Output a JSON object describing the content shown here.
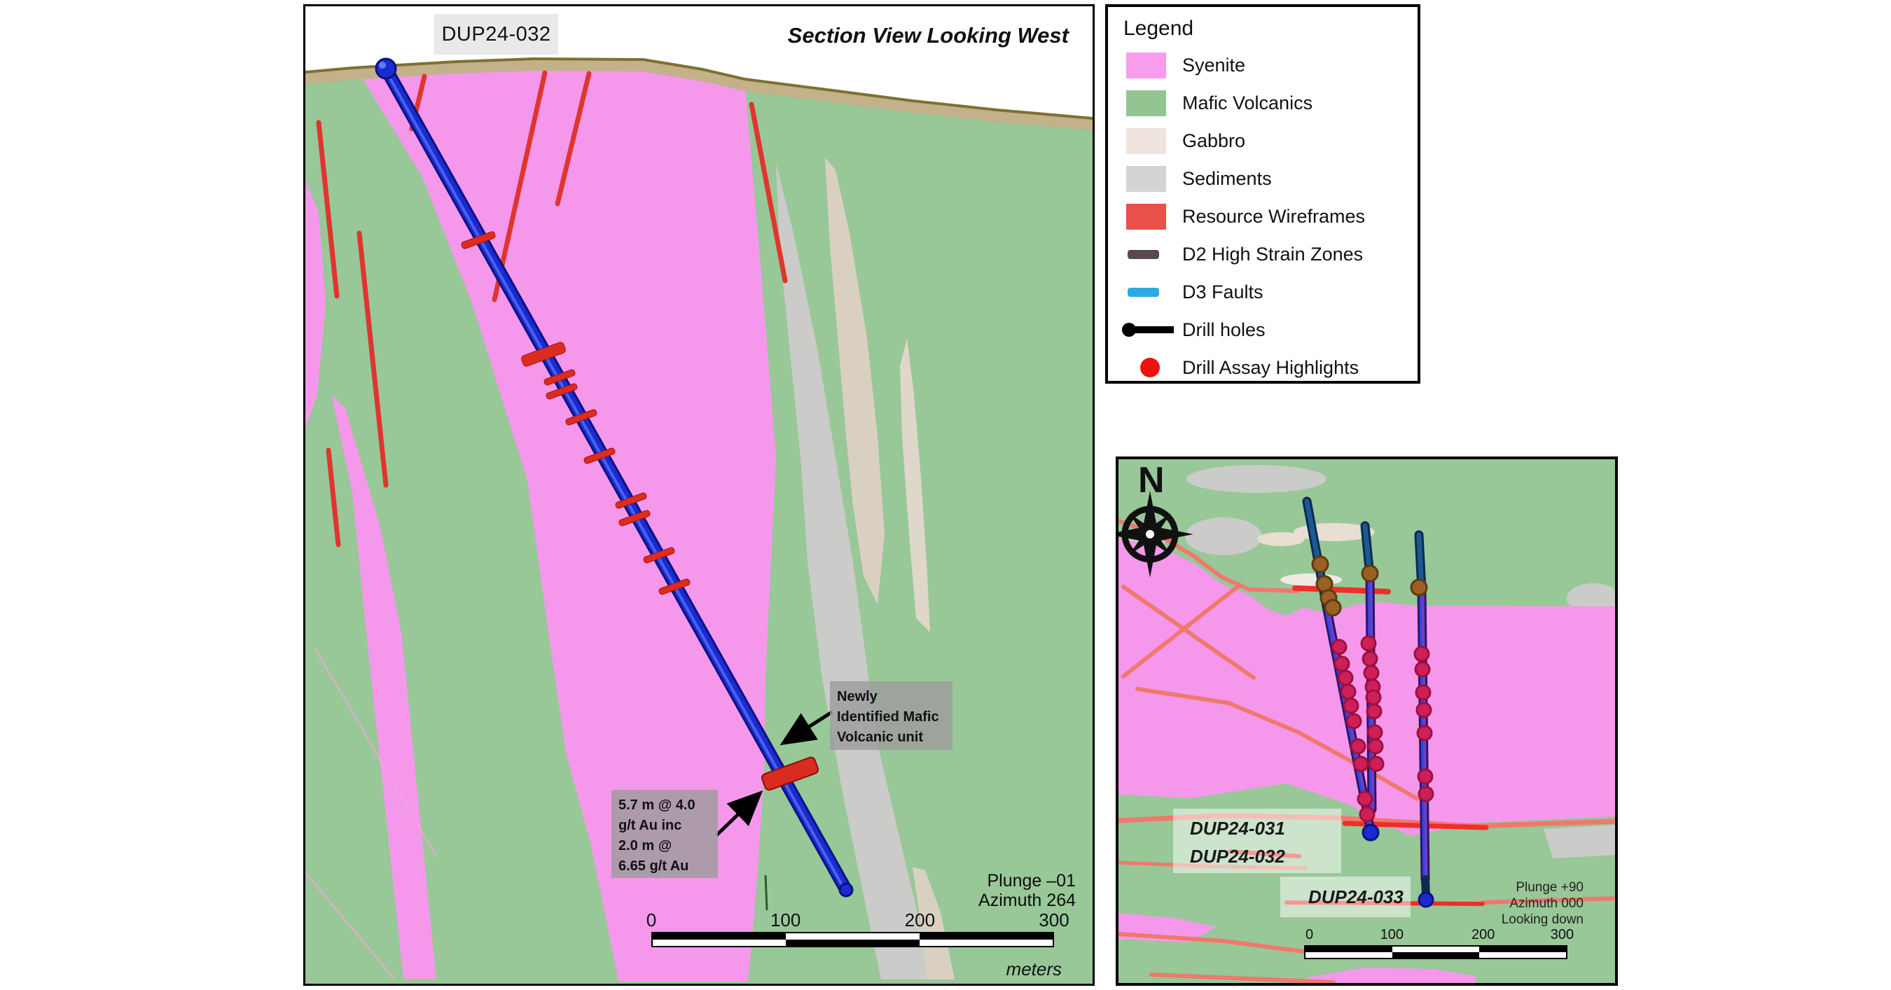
{
  "main_section": {
    "title": "Section View Looking West",
    "hole_label": "DUP24-032",
    "annotation_mafic": {
      "line1": "Newly",
      "line2": "Identified Mafic",
      "line3": "Volcanic unit"
    },
    "annotation_assay": {
      "line1": "5.7 m @ 4.0",
      "line2": "g/t Au inc",
      "line3": "2.0 m @",
      "line4": "6.65 g/t Au"
    },
    "plunge": "Plunge –01",
    "azimuth": "Azimuth 264",
    "scalebar": {
      "t0": "0",
      "t1": "100",
      "t2": "200",
      "t3": "300",
      "unit": "meters"
    }
  },
  "legend": {
    "title": "Legend",
    "items": [
      {
        "label": "Syenite",
        "swatch": "#F89CEE"
      },
      {
        "label": "Mafic Volcanics",
        "swatch": "#92C492"
      },
      {
        "label": "Gabbro",
        "swatch": "#EFE4DD"
      },
      {
        "label": "Sediments",
        "swatch": "#D3D3D1"
      },
      {
        "label": "Resource Wireframes",
        "swatch": "#E8504A"
      },
      {
        "label": "D2 High Strain Zones",
        "swatch": "#594751"
      },
      {
        "label": "D3 Faults",
        "swatch": "#2BAAE2"
      },
      {
        "label": "Drill holes",
        "swatch": "#000000"
      },
      {
        "label": "Drill Assay Highlights",
        "swatch": "#EE1111"
      }
    ]
  },
  "plan_view": {
    "north": "N",
    "hole_label_1": "DUP24-031",
    "hole_label_2": "DUP24-032",
    "hole_label_3": "DUP24-033",
    "plunge": "Plunge +90",
    "azimuth": "Azimuth 000",
    "view_dir": "Looking down",
    "scalebar": {
      "t0": "0",
      "t1": "100",
      "t2": "200",
      "t3": "300"
    }
  },
  "colors": {
    "syenite": "#F598EC",
    "mafic_volcanics": "#98C798",
    "gabbro": "#DAD0C2",
    "sediments": "#CBCBC9",
    "resource_wireframe_red": "#E0352F",
    "fault_salmon": "#F0786D",
    "surface_tan": "#C3B189",
    "drill_blue": "#1B2BD2",
    "drill_purple": "#6C3FC2",
    "collar_brown": "#9A6023",
    "assay_dot": "#CE2058"
  }
}
